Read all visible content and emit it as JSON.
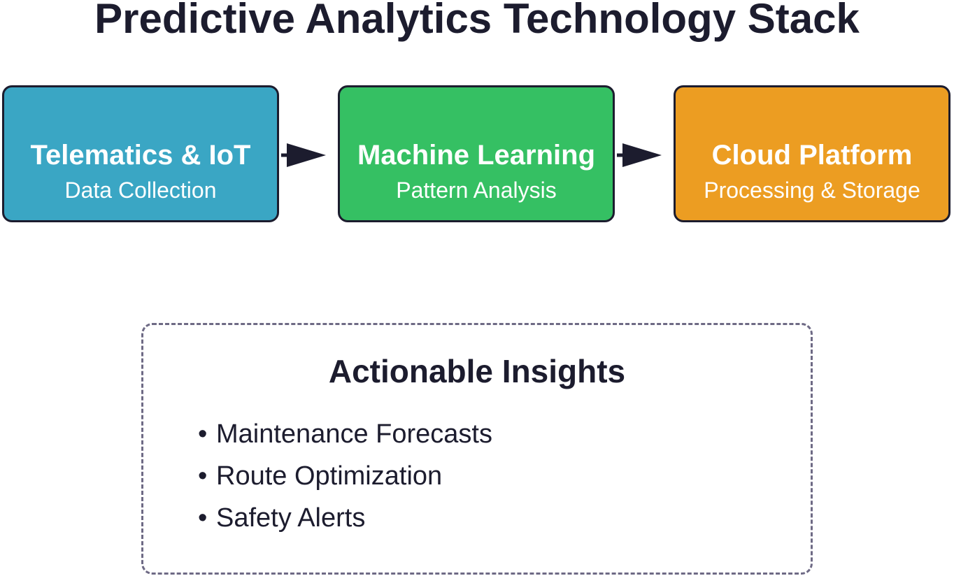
{
  "title": "Predictive Analytics Technology Stack",
  "stages": [
    {
      "name": "Telematics & IoT",
      "description": "Data Collection",
      "color": "#3aa6c4"
    },
    {
      "name": "Machine Learning",
      "description": "Pattern Analysis",
      "color": "#35c063"
    },
    {
      "name": "Cloud Platform",
      "description": "Processing & Storage",
      "color": "#ec9d22"
    }
  ],
  "insights": {
    "title": "Actionable Insights",
    "bullet": "•",
    "items": [
      "Maintenance Forecasts",
      "Route Optimization",
      "Safety Alerts"
    ]
  },
  "colors": {
    "ink": "#1c1c2e",
    "dashed_border": "#6e6a85"
  }
}
